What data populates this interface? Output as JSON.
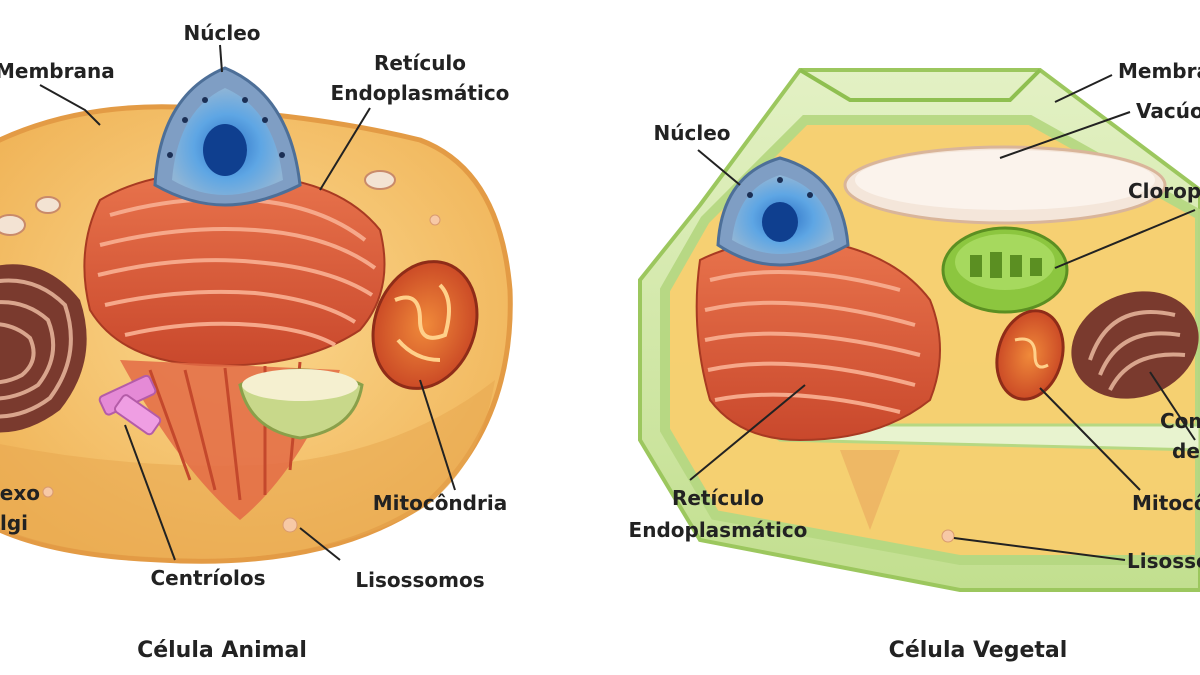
{
  "colors": {
    "cytoplasm": "#f6c56b",
    "cytoplasm_edge": "#e9a94a",
    "er": "#e0603c",
    "nucleus": "#5b9fd8",
    "nucleolus": "#1d5fb8",
    "mitochondria": "#c94a2a",
    "golgi": "#8a4a3a",
    "centriole": "#e58ad6",
    "vacuole": "#fbe9d8",
    "chloroplast": "#8cc63f",
    "cell_wall": "#cfe7a8"
  },
  "animal": {
    "labels": {
      "nucleus": "Núcleo",
      "membrane": "Membrana",
      "er_line1": "Retículo",
      "er_line2": "Endoplasmático",
      "golgi_line1": "Complexo",
      "golgi_line2": "de Golgi",
      "mitochondria": "Mitocôndria",
      "centrioles": "Centríolos",
      "lysosomes": "Lisossomos"
    },
    "caption": "Célula Animal"
  },
  "plant": {
    "labels": {
      "nucleus": "Núcleo",
      "membrane": "Membrana",
      "vacuole": "Vacúolo",
      "chloroplast": "Cloroplasto",
      "golgi_line1": "Complexo",
      "golgi_line2": "de Golgi",
      "er_line1": "Retículo",
      "er_line2": "Endoplasmático",
      "mitochondria": "Mitocôndria",
      "lysosomes": "Lisossomos"
    },
    "caption": "Célula Vegetal"
  }
}
